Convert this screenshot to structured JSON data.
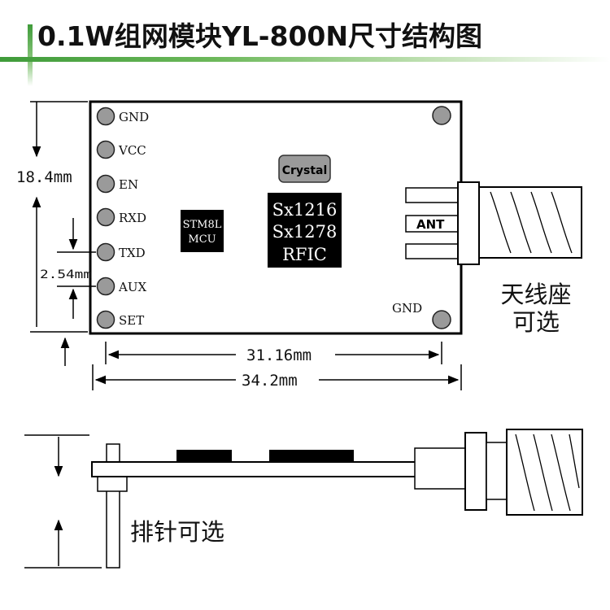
{
  "title": "0.1W组网模块YL-800N尺寸结构图",
  "pins": [
    "GND",
    "VCC",
    "EN",
    "RXD",
    "TXD",
    "AUX",
    "SET"
  ],
  "chips": {
    "crystal": "Crystal",
    "mcu_line1": "STM8L",
    "mcu_line2": "MCU",
    "rfic_line1": "Sx1216",
    "rfic_line2": "Sx1278",
    "rfic_line3": "RFIC"
  },
  "labels": {
    "ant": "ANT",
    "gnd_right": "GND",
    "antenna_line1": "天线座",
    "antenna_line2": "可选",
    "header_pins": "排针可选"
  },
  "dimensions": {
    "height": "18.4mm",
    "pitch": "2.54mm",
    "hole_span": "31.16mm",
    "width": "34.2mm"
  },
  "colors": {
    "accent": "#3f9b3a",
    "pad": "#9a9a9a",
    "chip": "#000000"
  }
}
